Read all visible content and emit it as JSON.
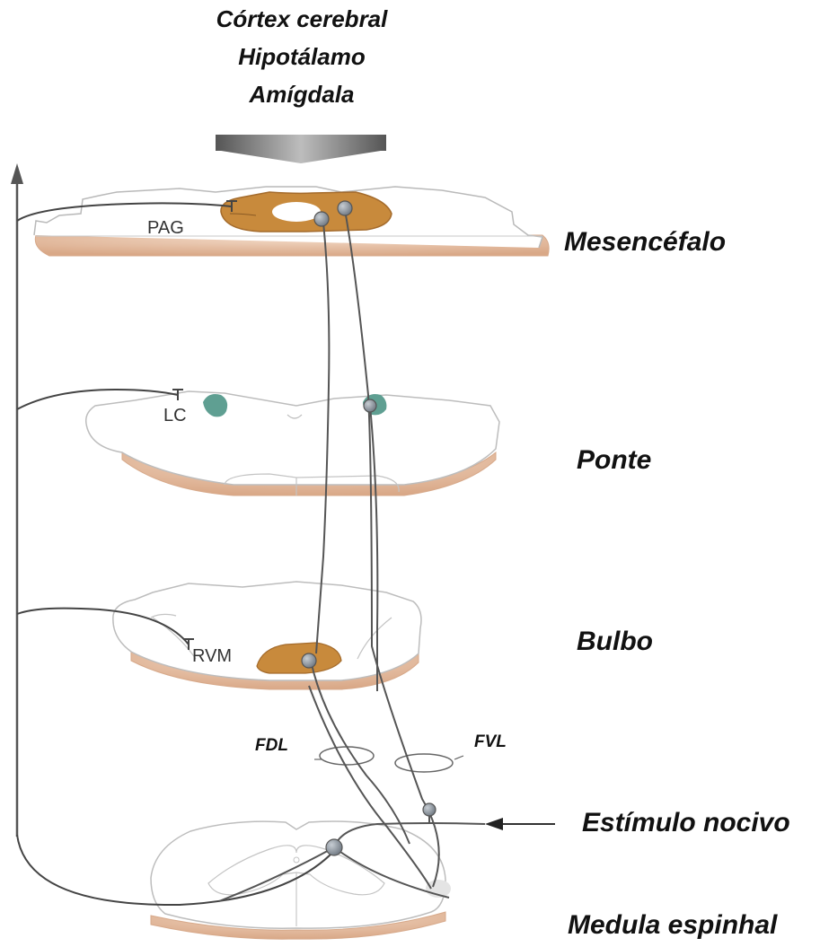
{
  "inputs": [
    "Córtex cerebral",
    "Hipotálamo",
    "Amígdala"
  ],
  "levels": {
    "mesencefalo": "Mesencéfalo",
    "ponte": "Ponte",
    "bulbo": "Bulbo",
    "medula": "Medula espinhal"
  },
  "nuclei": {
    "pag": "PAG",
    "lc": "LC",
    "rvm": "RVM"
  },
  "tracts": {
    "fdl": "FDL",
    "fvl": "FVL"
  },
  "stimulus": "Estímulo nocivo",
  "colors": {
    "nucleus_orange": "#c88a3c",
    "lc_teal": "#5f9f92",
    "section_base": "#e0b596",
    "neuron": "#8f99a2",
    "arrow": "#666666"
  }
}
